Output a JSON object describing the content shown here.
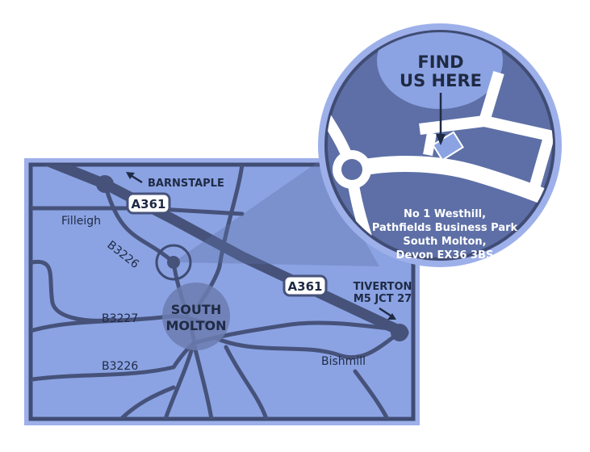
{
  "colors": {
    "map_fill": "#8ba3e3",
    "border": "#404c74",
    "road": "#46527a",
    "inset_fill": "#5d6fa6",
    "inset_ring": "#9db0ea",
    "inset_road": "#ffffff",
    "town_blob": "#6c7db0",
    "text_dark": "#1f2a44"
  },
  "places": {
    "barnstaple": "BARNSTAPLE",
    "filleigh": "Filleigh",
    "south_molton_line1": "SOUTH",
    "south_molton_line2": "MOLTON",
    "tiverton_line1": "TIVERTON",
    "tiverton_line2": "M5 JCT 27",
    "bishmill": "Bishmill"
  },
  "roads": {
    "a361_north": "A361",
    "a361_south": "A361",
    "b3226_north": "B3226",
    "b3227": "B3227",
    "b3226_south": "B3226"
  },
  "inset": {
    "find_line1": "FIND",
    "find_line2": "US HERE",
    "address_lines": [
      "No 1 Westhill,",
      "Pathfields Business Park",
      "South Molton,",
      "Devon EX36 3BS"
    ]
  },
  "icons": [
    "arrow-northwest-icon",
    "arrow-southeast-icon",
    "location-marker-icon",
    "roundabout-icon"
  ]
}
